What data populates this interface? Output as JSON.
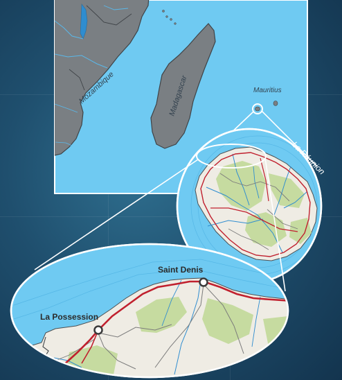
{
  "labels": {
    "mozambique": "Mozambique",
    "madagascar": "Madagascar",
    "mauritius": "Mauritius",
    "la_reunion": "La Réunion"
  },
  "cities": {
    "saint_denis": "Saint Denis",
    "la_possession": "La Possession"
  },
  "colors": {
    "sea": "#6fcaf2",
    "land_grey": "#7a7f83",
    "land_light": "#efece4",
    "forest": "#c6dba0",
    "road": "#c0202e",
    "river": "#2f8dd0",
    "callout_line": "#ffffff"
  },
  "icons": {
    "city_marker": "circle-marker-icon"
  }
}
